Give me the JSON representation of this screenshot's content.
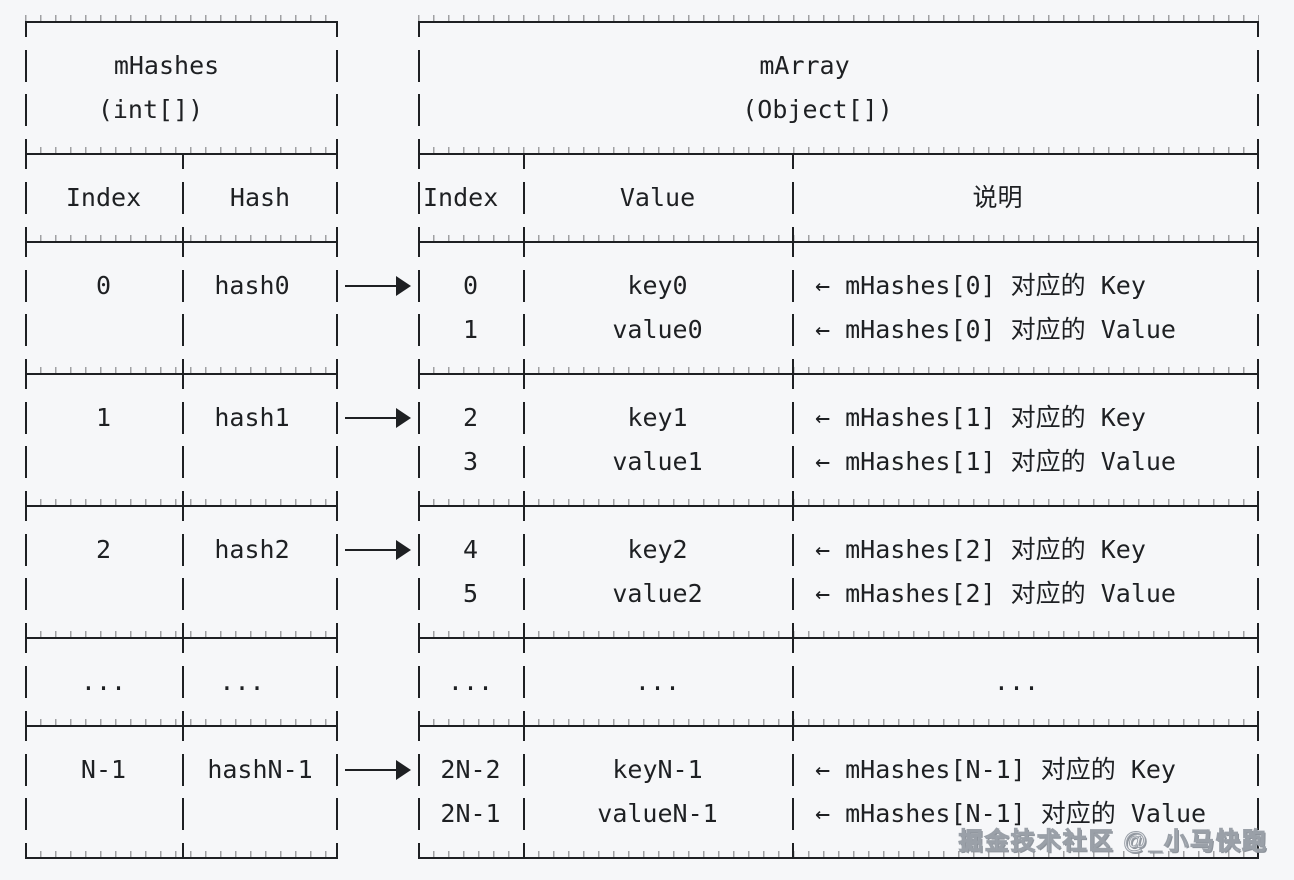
{
  "colors": {
    "background": "#f6f7f9",
    "ink": "#1e2023"
  },
  "left_table": {
    "title": "mHashes",
    "subtitle": "(int[])",
    "headers": {
      "index": "Index",
      "hash": "Hash"
    },
    "rows": [
      {
        "index": "0",
        "hash": "hash0"
      },
      {
        "index": "1",
        "hash": "hash1"
      },
      {
        "index": "2",
        "hash": "hash2"
      },
      {
        "index": "...",
        "hash": "..."
      },
      {
        "index": "N-1",
        "hash": "hashN-1"
      }
    ]
  },
  "right_table": {
    "title": "mArray",
    "subtitle": "(Object[])",
    "headers": {
      "index": "Index",
      "value": "Value",
      "note": "说明"
    },
    "rows": [
      {
        "key_line": {
          "index": "0",
          "value": "key0",
          "note": "← mHashes[0] 对应的 Key"
        },
        "value_line": {
          "index": "1",
          "value": "value0",
          "note": "← mHashes[0] 对应的 Value"
        }
      },
      {
        "key_line": {
          "index": "2",
          "value": "key1",
          "note": "← mHashes[1] 对应的 Key"
        },
        "value_line": {
          "index": "3",
          "value": "value1",
          "note": "← mHashes[1] 对应的 Value"
        }
      },
      {
        "key_line": {
          "index": "4",
          "value": "key2",
          "note": "← mHashes[2] 对应的 Key"
        },
        "value_line": {
          "index": "5",
          "value": "value2",
          "note": "← mHashes[2] 对应的 Value"
        }
      },
      {
        "ellipsis_line": {
          "index": "...",
          "value": "...",
          "note": "..."
        }
      },
      {
        "key_line": {
          "index": "2N-2",
          "value": "keyN-1",
          "note": "← mHashes[N-1] 对应的 Key"
        },
        "value_line": {
          "index": "2N-1",
          "value": "valueN-1",
          "note": "← mHashes[N-1] 对应的 Value"
        }
      }
    ]
  },
  "watermark": {
    "text": "掘金技术社区 @_小马快跑"
  }
}
